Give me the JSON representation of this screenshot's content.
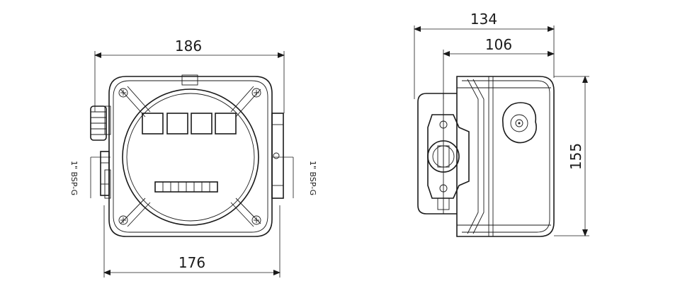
{
  "dimensions": {
    "front_top_width": "186",
    "front_bottom_width": "176",
    "side_overall_width": "134",
    "side_body_width": "106",
    "side_height": "155"
  },
  "labels": {
    "left_thread": "1\" BSP-G",
    "right_thread": "1\" BSP-G"
  }
}
